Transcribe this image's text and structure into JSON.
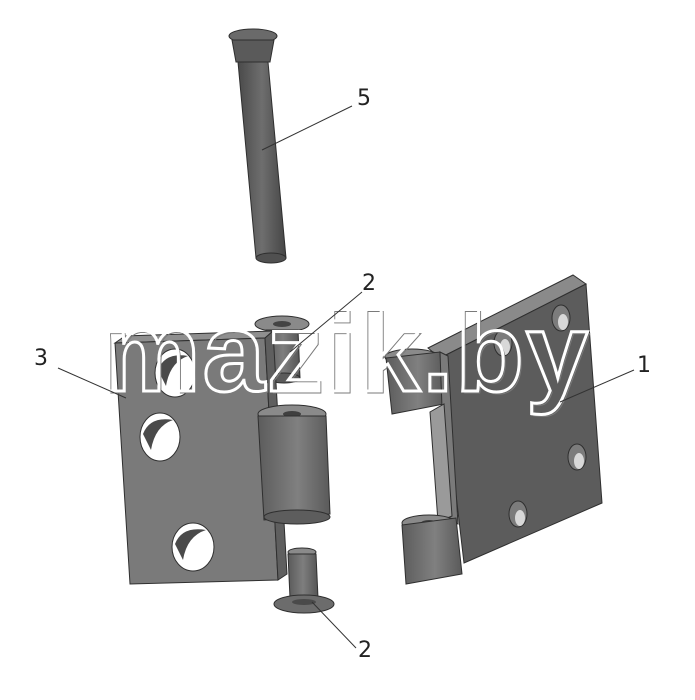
{
  "watermark": "mazik.by",
  "callouts": [
    {
      "id": "5",
      "label": "5"
    },
    {
      "id": "2a",
      "label": "2"
    },
    {
      "id": "3",
      "label": "3"
    },
    {
      "id": "1",
      "label": "1"
    },
    {
      "id": "2b",
      "label": "2"
    }
  ],
  "colors": {
    "part_dark": "#555555",
    "part_mid": "#777777",
    "part_light": "#8e8e8e",
    "outline": "#2f2f2f"
  }
}
